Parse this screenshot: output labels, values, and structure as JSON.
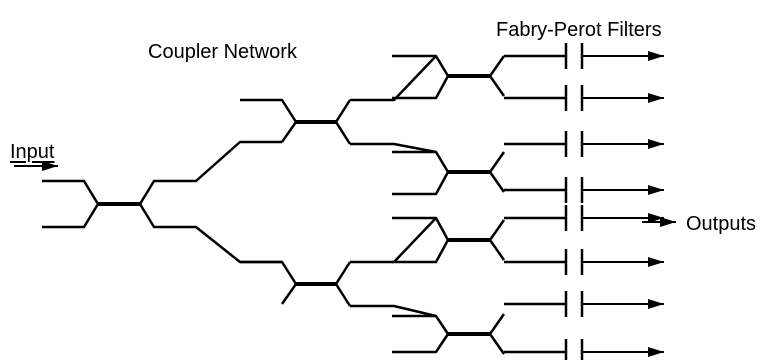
{
  "labels": {
    "filters": "Fabry-Perot Filters",
    "coupler": "Coupler Network",
    "input": "Input",
    "outputs": "Outputs"
  },
  "structure": {
    "input_ports": 2,
    "coupler_stages": 3,
    "output_channels": 8,
    "filter_per_channel": "fabry-perot-filter"
  },
  "colors": {
    "line": "#000000",
    "background": "#ffffff"
  }
}
